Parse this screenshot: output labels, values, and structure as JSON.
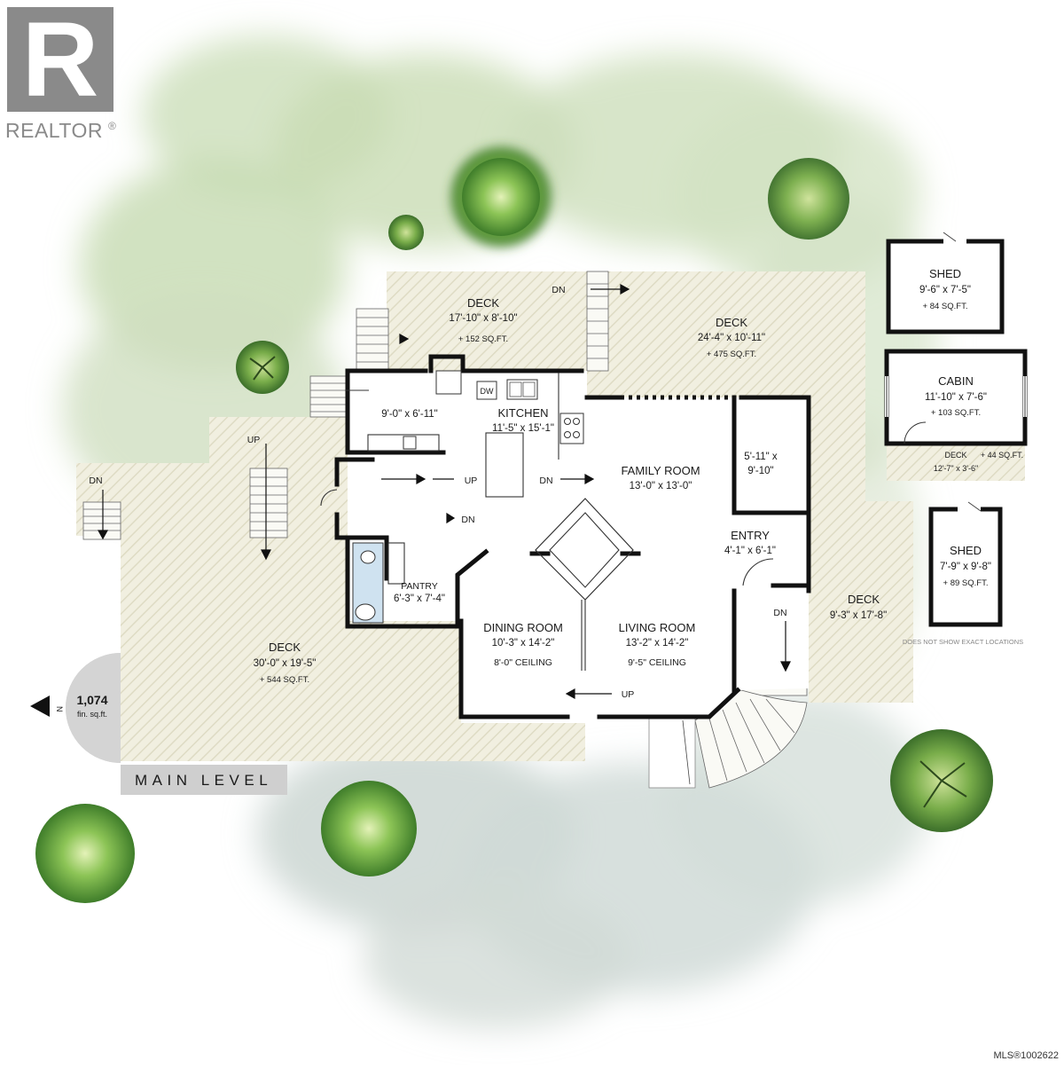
{
  "branding": {
    "logo_letter": "R",
    "logo_word": "REALTOR",
    "registered": "®"
  },
  "level_label": "MAIN LEVEL",
  "area_badge": {
    "value": "1,074",
    "unit": "fin. sq.ft.",
    "north": "N"
  },
  "footer_id": "MLS®1002622",
  "rooms": {
    "deck_top_left": {
      "name": "DECK",
      "dims": "17'-10\" x 8'-10\"",
      "area": "+ 152 SQ.FT."
    },
    "deck_top_right": {
      "name": "DECK",
      "dims": "24'-4\" x 10'-11\"",
      "area": "+ 475 SQ.FT."
    },
    "deck_left": {
      "name": "DECK",
      "dims": "30'-0\" x 19'-5\"",
      "area": "+ 544 SQ.FT."
    },
    "deck_right": {
      "name": "DECK",
      "dims": "9'-3\" x 17'-8\""
    },
    "kitchen": {
      "name": "KITCHEN",
      "dims": "11'-5\" x 15'-1\""
    },
    "nook": {
      "dims": "9'-0\" x 6'-11\""
    },
    "family_room": {
      "name": "FAMILY ROOM",
      "dims": "13'-0\" x 13'-0\""
    },
    "side_room": {
      "dims_line1": "5'-11\" x",
      "dims_line2": "9'-10\""
    },
    "entry": {
      "name": "ENTRY",
      "dims": "4'-1\" x 6'-1\""
    },
    "pantry": {
      "name": "PANTRY",
      "dims": "6'-3\" x 7'-4\""
    },
    "dining_room": {
      "name": "DINING ROOM",
      "dims": "10'-3\" x 14'-2\"",
      "ceiling": "8'-0\" CEILING"
    },
    "living_room": {
      "name": "LIVING ROOM",
      "dims": "13'-2\" x 14'-2\"",
      "ceiling": "9'-5\" CEILING"
    },
    "shed_1": {
      "name": "SHED",
      "dims": "9'-6\" x 7'-5\"",
      "area": "+ 84 SQ.FT."
    },
    "cabin": {
      "name": "CABIN",
      "dims": "11'-10\" x 7'-6\"",
      "area": "+ 103 SQ.FT."
    },
    "cabin_deck": {
      "name": "DECK",
      "dims": "12'-7\" x 3'-6\"",
      "area": "+ 44 SQ.FT."
    },
    "shed_2": {
      "name": "SHED",
      "dims": "7'-9\" x 9'-8\"",
      "area": "+ 89 SQ.FT."
    }
  },
  "stair_labels": {
    "dn_top": "DN",
    "up_left": "UP",
    "dn_far_left": "DN",
    "up_kitchen": "UP",
    "dn_kitchen_lower": "DN",
    "dn_family": "DN",
    "up_living": "UP",
    "dn_entry": "DN"
  },
  "appliance_labels": {
    "dishwasher": "DW"
  },
  "note_text": "DOES NOT SHOW EXACT LOCATIONS",
  "colors": {
    "deck_fill": "#f1efe0",
    "deck_stripe": "#dedbc4",
    "watercolor_green": "#c9dcb4",
    "watercolor_grey": "#cfd8d3",
    "tub_blue": "#cfe2f0",
    "badge_grey": "#d4d4d4",
    "level_band": "#cfcfcf"
  },
  "icons": [
    "realtor-logo-icon",
    "north-arrow-icon",
    "tree-icon",
    "stair-arrow-icon",
    "sink-icon",
    "stove-icon",
    "toilet-icon",
    "bathtub-icon"
  ]
}
